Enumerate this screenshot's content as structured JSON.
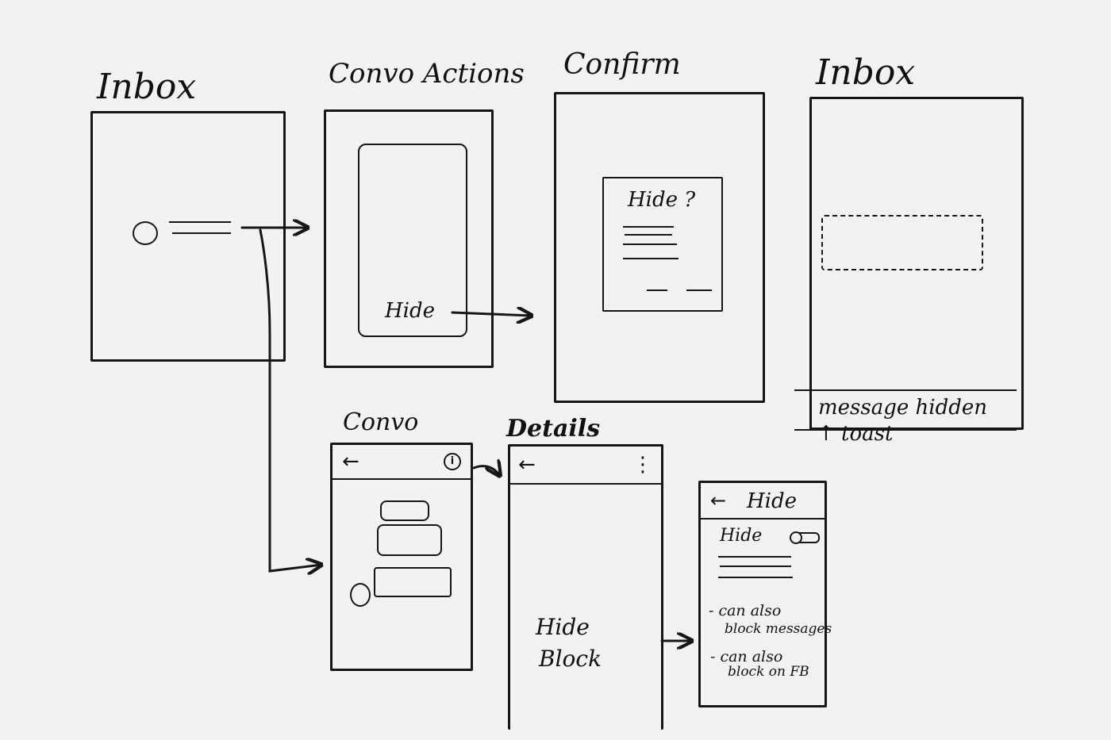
{
  "screens": {
    "inbox": {
      "title": "Inbox"
    },
    "convo_actions": {
      "title": "Convo Actions",
      "hide_label": "Hide"
    },
    "confirm": {
      "title": "Confirm",
      "dialog_title": "Hide ?"
    },
    "inbox_after": {
      "title": "Inbox",
      "toast_text": "message hidden",
      "toast_note": "↑ toast"
    },
    "convo": {
      "title": "Convo",
      "back_icon": "←",
      "info_icon": "i"
    },
    "details": {
      "title": "Details",
      "back_icon": "←",
      "menu_icon": "⋮",
      "hide_option": "Hide",
      "block_option": "Block"
    },
    "hide_settings": {
      "back_icon": "←",
      "title": "Hide",
      "toggle_label": "Hide",
      "note_1_line1": "- can also",
      "note_1_line2": "block messages",
      "note_2_line1": "- can also",
      "note_2_line2": "block on FB"
    }
  },
  "icons": [
    "avatar-circle-icon",
    "arrow-right-icon",
    "back-arrow-icon",
    "info-icon",
    "kebab-menu-icon",
    "toggle-switch-icon"
  ],
  "colors": {
    "background": "#f1f2f4",
    "ink": "#161616"
  }
}
